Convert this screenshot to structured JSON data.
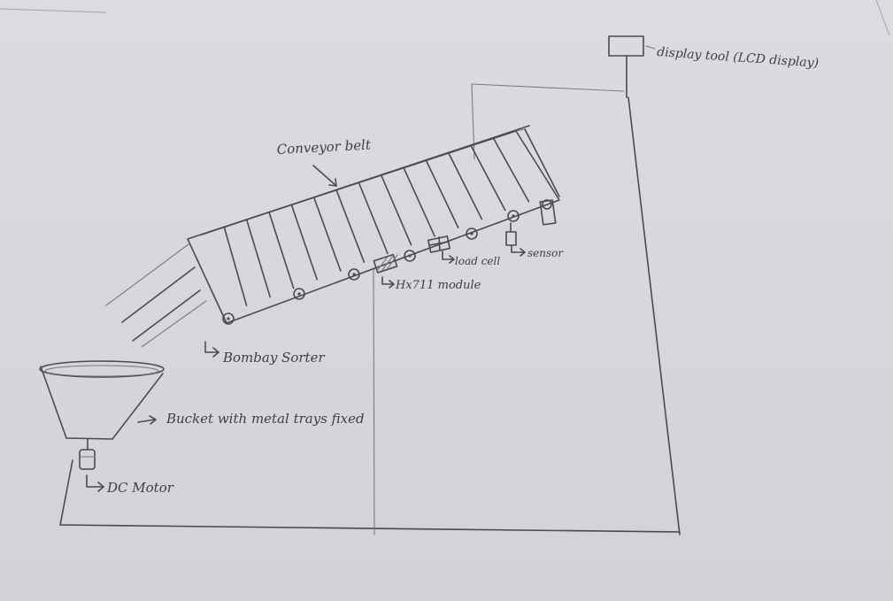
{
  "labels": {
    "display_tool": "display tool (LCD display)",
    "conveyor_belt": "Conveyor belt",
    "load_cell": "load cell",
    "sensor": "sensor",
    "hx711_module": "Hx711 module",
    "bombay_sorter": "Bombay Sorter",
    "bucket": "Bucket with metal trays fixed",
    "dc_motor": "DC Motor"
  },
  "style": {
    "ink_color": "#4a4a50",
    "paper_color": "#d6d6da"
  }
}
